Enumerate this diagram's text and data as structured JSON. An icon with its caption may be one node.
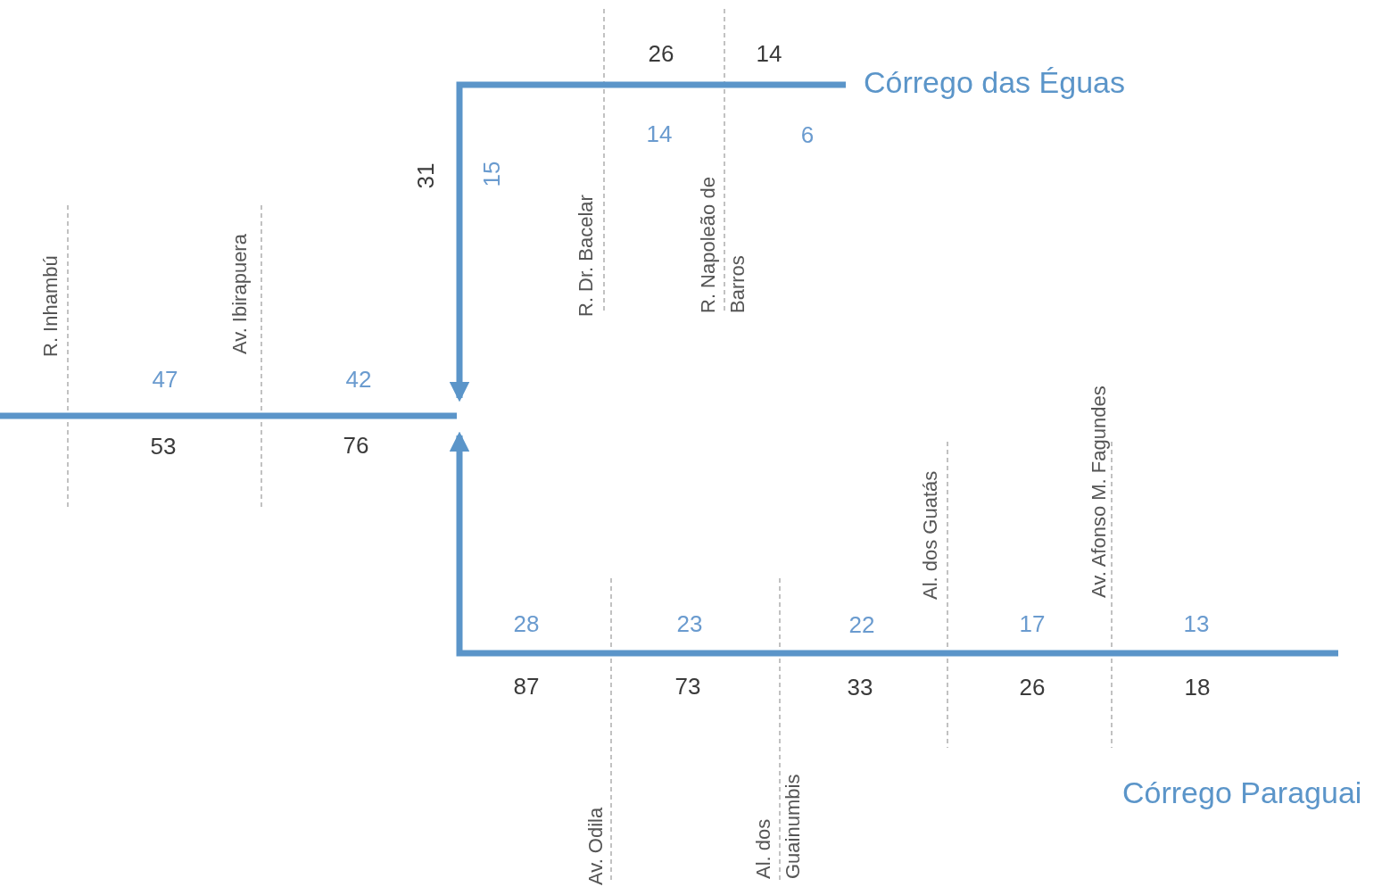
{
  "diagram": {
    "labels": [
      "26",
      "14",
      "Córrego das Éguas",
      "14",
      "6",
      "31",
      "15",
      "R. Dr. Bacelar",
      "R. Napoleão de Barros",
      "R. Inhambú",
      "Av. Ibirapuera",
      "47",
      "42",
      "53",
      "76",
      "Al. dos Guatás",
      "Av. Afonso M. Fagundes",
      "28",
      "23",
      "22",
      "17",
      "13",
      "87",
      "73",
      "33",
      "26",
      "18",
      "Córrego Paraguai",
      "Av. Odila",
      "Al. dos Guainumbis"
    ]
  }
}
